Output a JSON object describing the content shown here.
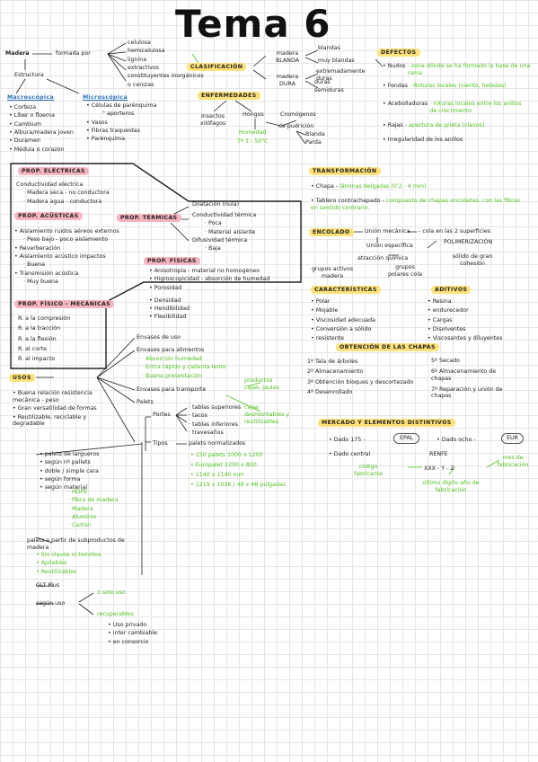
{
  "title": "Tema 6",
  "colors": {
    "highlight_yellow": "#ffe27a",
    "highlight_pink": "#f7b5c0",
    "green_ink": "#4fc21e",
    "blue_ink": "#2b6fb6"
  },
  "madera": {
    "label": "Madera",
    "formada": "formada por",
    "components": [
      "celulosa",
      "hemicelulosa",
      "lignina",
      "extractivos",
      "constituyentes inorgánicos",
      "o cenizas"
    ],
    "estructura": "Estructura",
    "macro_title": "Macroscópica",
    "macro_items": [
      "• Corteza",
      "• Líber o floema",
      "• Cambium",
      "• Albura/madera joven",
      "• Duramen",
      "• Médula o corazón"
    ],
    "micro_title": "Microscópica",
    "micro_items": [
      "• Células de parénquima",
      "\" aporteros",
      "• Vasos",
      "• Fibras traqueidas",
      "• Parénquima"
    ]
  },
  "clasificacion": {
    "title": "CLASIFICACIÓN",
    "blanda": "madera BLANDA",
    "blanda_items": [
      "blandas",
      "muy blandas"
    ],
    "dura": "madera DURA",
    "dura_items": [
      "duras",
      "semiduras",
      "extremadamente duras"
    ]
  },
  "enfermedades": {
    "title": "ENFERMEDADES",
    "insectos": "Insectos xilófagos",
    "hongos": "Hongos",
    "cromogenos": "Cromógenos",
    "pudricion": "de pudrición",
    "condicion": "Humedad",
    "temperatura": "Tª 3 - 50°C",
    "tipos": [
      "Blanda",
      "Parda"
    ]
  },
  "defectos": {
    "title": "DEFECTOS",
    "items": [
      {
        "name": "• Nudos",
        "desc": "- zona dónde se ha formado la base de una rama"
      },
      {
        "name": "• Fendas",
        "desc": "- Roturas locales (viento, heladas)"
      },
      {
        "name": "• Acebolladuras",
        "desc": "- roturas locales entre los anillos de crecimiento"
      },
      {
        "name": "• Rajas",
        "desc": "- apertura de grieta (clavos)"
      },
      {
        "name": "• Irregularidad de los anillos",
        "desc": ""
      }
    ]
  },
  "prop_electricas": {
    "title": "PROP. ELÉCTRICAS",
    "items": [
      "Conductividad eléctrica",
      "· Madera seca - no conductora",
      "· Madera agua - conductora"
    ]
  },
  "prop_acusticas": {
    "title": "PROP. ACÚSTICAS",
    "items": [
      "• Aislamiento ruidos aéreos externos",
      "· Peso bajo - poco aislamiento",
      "• Reverberación",
      "• Aislamiento acústico impactos",
      "· Buena",
      "• Transmisión acústica",
      "· Muy buena"
    ]
  },
  "prop_termicas": {
    "title": "PROP. TÉRMICAS",
    "items": [
      "Dilatación (nula)",
      "Conductividad térmica",
      "· Poca",
      "· Material aislante",
      "Difusividad térmica",
      "· Baja"
    ]
  },
  "prop_fisicas": {
    "title": "PROP. FÍSICAS",
    "items": [
      "• Anisotropía - material no homogéneo",
      "• Higroscopicidad - absorción de humedad",
      "• Porosidad",
      "• Densidad",
      "• Hendibilidad",
      "• Flexibilidad"
    ]
  },
  "prop_fisico_mecanicas": {
    "title": "PROP. FÍSICO - MECÁNICAS",
    "items": [
      "R. a la compresión",
      "R. a la tracción",
      "R. a la flexión",
      "R. al corte",
      "R. al impacto"
    ]
  },
  "transformacion": {
    "title": "TRANSFORMACIÓN",
    "chapa": "• Chapa - ",
    "chapa_note": "láminas delgadas (0'2 - 4 mm)",
    "tablero": "• Tablero contrachapado - ",
    "tablero_note": "compuesto de chapas encoladas, con las fibras en sentido contrario."
  },
  "encolado": {
    "title": "ENCOLADO",
    "union_mecanica": "Unión mecánica",
    "cola_note": "- cola en las 2 superficies",
    "union_especifica": "Unión específica",
    "polimerizacion": "POLIMERIZACIÓN",
    "solido": "sólido de gran cohesión",
    "atraccion": "atracción química",
    "grupos_activos": "grupos activos madera",
    "grupos_polares": "grupos polares cola"
  },
  "caracteristicas": {
    "title": "CARACTERÍSTICAS",
    "items": [
      "• Polar",
      "• Mojable",
      "• Viscosidad adecuada",
      "• Conversión a sólido",
      "• resistente"
    ]
  },
  "aditivos": {
    "title": "ADITIVOS",
    "items": [
      "• Resina",
      "• endurecedor",
      "• Cargas",
      "• Disolventes",
      "• Viscosantes y diluyentes"
    ]
  },
  "obtencion": {
    "title": "OBTENCIÓN DE LAS CHAPAS",
    "left": [
      "1º Tala de árboles",
      "2º Almacenamiento",
      "3º Obtención bloques y descortezado",
      "4º Desenrollado"
    ],
    "right": [
      "5º Secado",
      "6º Almacenamiento de chapas",
      "7º Reparación y unión de chapas"
    ]
  },
  "mercado": {
    "title": "MERCADO Y ELEMENTOS DISTINTIVOS",
    "dado_175": "• Dado 175 -",
    "epal": "EPAL",
    "dado_ocho": "• Dado ocho -",
    "eur": "EUR",
    "dado_central": "• Dado central",
    "renfe": "RENFE",
    "codigo": "código fabricante",
    "xxx": "XXX - Y - Z",
    "mes": "mes de fabricación",
    "ultimo": "último dígito año de fabricación"
  },
  "usos": {
    "title": "USOS",
    "left": [
      "• Buena relación resistencia mecánica - peso",
      "• Gran versatilidad de formas",
      "• Reutilizable, reciclable y degradable"
    ],
    "envases_uso": "Envases de uso",
    "envases_alimentos": "Envases para alimentos",
    "alimentos_items": [
      "· Absorción humedad",
      "· Entra rápido y calienta lento",
      "· Buena presentación"
    ],
    "productos": "productos cajas, jaulas",
    "envases_transporte": "Envases para transporte",
    "cajas": "cajas desmontables y reutilizables",
    "palets": "Palets",
    "portes": "Portes",
    "portes_items": [
      "· tablas superiores",
      "· tacos",
      "· tablas inferiores",
      "· travesaños"
    ],
    "tipos": "Tipos",
    "normalizados": "palets normalizados",
    "normalizados_items": [
      "• 150 palets 1000 x 1200",
      "• Europalet 1200 x 800",
      "• 1140 x 1140 mm",
      "• 1219 x 1016 / 48 x 48 pulgadas"
    ],
    "palet_tipos": [
      "• palets de largueros",
      "• según nº pallets",
      "• doble / simple cara",
      "• según forma",
      "• según material"
    ],
    "material_items": [
      "· HDPE",
      "· Fibra de madera",
      "· Madera",
      "· Aluminio",
      "· Cartón"
    ],
    "palets_partir": "palets a partir de subproductos de madera",
    "partir_items": [
      "• Sin clavos ni tornillos",
      "• Apilables",
      "• Reutilizables"
    ],
    "glt": "GLT Plus",
    "segun_uso": "según uso",
    "un_uso": "1 solo uso",
    "recuperables": "recuperables",
    "recuperables_items": [
      "• Uso privado",
      "• inter cambiable",
      "• en consorcio"
    ]
  }
}
